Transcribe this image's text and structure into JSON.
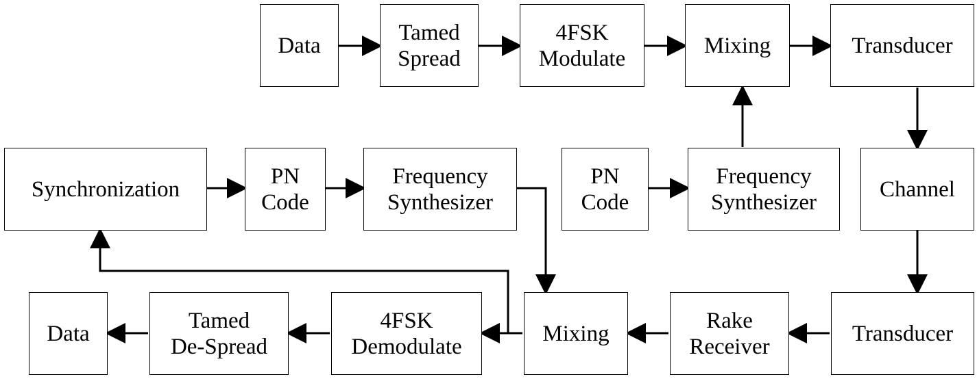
{
  "blocks": {
    "tx_data": {
      "lines": [
        "Data"
      ]
    },
    "tamed_spread": {
      "lines": [
        "Tamed",
        "Spread"
      ]
    },
    "fsk_modulate": {
      "lines": [
        "4FSK",
        "Modulate"
      ]
    },
    "tx_mixing": {
      "lines": [
        "Mixing"
      ]
    },
    "tx_transducer": {
      "lines": [
        "Transducer"
      ]
    },
    "synchronization": {
      "lines": [
        "Synchronization"
      ]
    },
    "rx_pn_code": {
      "lines": [
        "PN",
        "Code"
      ]
    },
    "rx_freq_synth": {
      "lines": [
        "Frequency",
        "Synthesizer"
      ]
    },
    "tx_pn_code": {
      "lines": [
        "PN",
        "Code"
      ]
    },
    "tx_freq_synth": {
      "lines": [
        "Frequency",
        "Synthesizer"
      ]
    },
    "channel": {
      "lines": [
        "Channel"
      ]
    },
    "rx_data": {
      "lines": [
        "Data"
      ]
    },
    "tamed_despread": {
      "lines": [
        "Tamed",
        "De-Spread"
      ]
    },
    "fsk_demodulate": {
      "lines": [
        "4FSK",
        "Demodulate"
      ]
    },
    "rx_mixing": {
      "lines": [
        "Mixing"
      ]
    },
    "rake_receiver": {
      "lines": [
        "Rake",
        "Receiver"
      ]
    },
    "rx_transducer": {
      "lines": [
        "Transducer"
      ]
    }
  },
  "connections": [
    {
      "from": "tx_data",
      "to": "tamed_spread"
    },
    {
      "from": "tamed_spread",
      "to": "fsk_modulate"
    },
    {
      "from": "fsk_modulate",
      "to": "tx_mixing"
    },
    {
      "from": "tx_mixing",
      "to": "tx_transducer"
    },
    {
      "from": "tx_transducer",
      "to": "channel"
    },
    {
      "from": "channel",
      "to": "rx_transducer"
    },
    {
      "from": "rx_transducer",
      "to": "rake_receiver"
    },
    {
      "from": "rake_receiver",
      "to": "rx_mixing"
    },
    {
      "from": "rx_mixing",
      "to": "fsk_demodulate"
    },
    {
      "from": "fsk_demodulate",
      "to": "tamed_despread"
    },
    {
      "from": "tamed_despread",
      "to": "rx_data"
    },
    {
      "from": "tx_pn_code",
      "to": "tx_freq_synth"
    },
    {
      "from": "tx_freq_synth",
      "to": "tx_mixing"
    },
    {
      "from": "synchronization",
      "to": "rx_pn_code"
    },
    {
      "from": "rx_pn_code",
      "to": "rx_freq_synth"
    },
    {
      "from": "rx_freq_synth",
      "to": "rx_mixing"
    },
    {
      "from": "rx_mixing",
      "to": "synchronization"
    }
  ]
}
